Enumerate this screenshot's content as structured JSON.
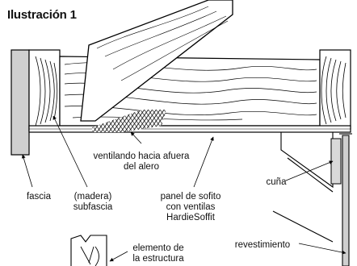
{
  "figure": {
    "title": "Ilustración 1",
    "labels": {
      "venting_line1": "ventilando hacia afuera",
      "venting_line2": "del alero",
      "fascia": "fascia",
      "subfascia_line1": "(madera)",
      "subfascia_line2": "subfascia",
      "soffit_line1": "panel de sofito",
      "soffit_line2": "con ventilas",
      "soffit_line3": "HardieSoffit",
      "wedge": "cuña",
      "siding": "revestimiento",
      "frame_line1": "elemento de",
      "frame_line2": "la estructura"
    }
  }
}
